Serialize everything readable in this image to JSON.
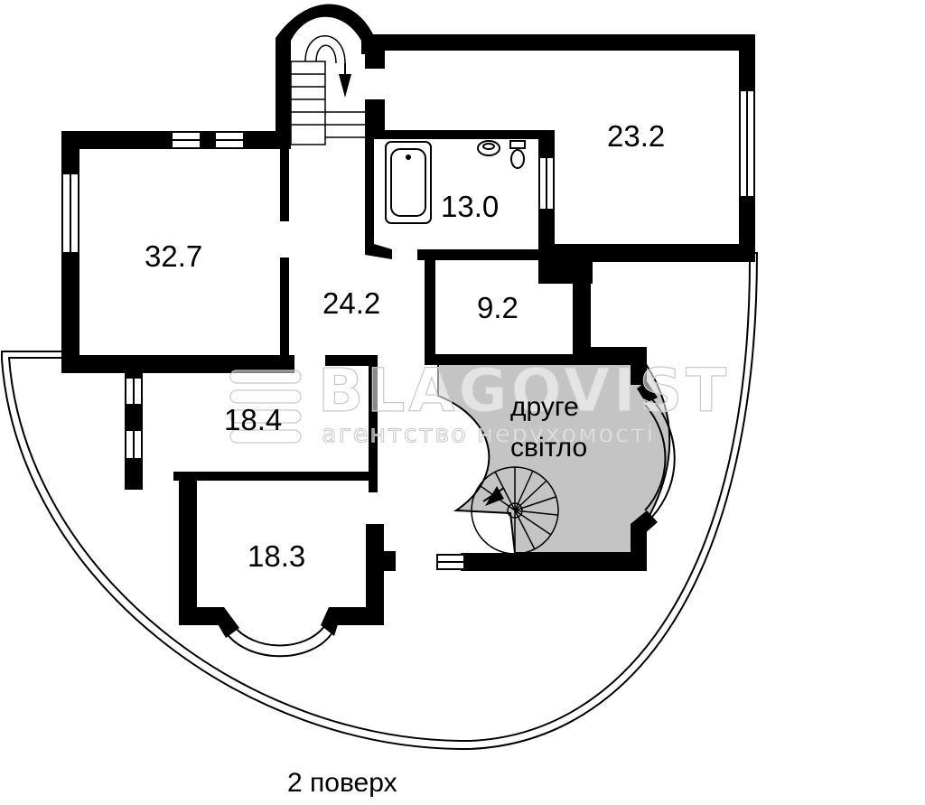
{
  "floor_label": "2 поверх",
  "rooms": [
    {
      "id": "room-top-right",
      "label": "23.2"
    },
    {
      "id": "bathroom",
      "label": "13.0"
    },
    {
      "id": "room-left",
      "label": "32.7"
    },
    {
      "id": "hall",
      "label": "24.2"
    },
    {
      "id": "room-small",
      "label": "9.2"
    },
    {
      "id": "room-middle",
      "label": "18.4"
    },
    {
      "id": "room-bay",
      "label": "18.3"
    }
  ],
  "second_light": {
    "line1": "друге",
    "line2": "світло"
  },
  "watermark": {
    "brand": "BLAGOVIST",
    "tagline": "агентство нерухомості"
  },
  "colors": {
    "wall": "#000000",
    "second_light_fill": "#c4c4c4",
    "background": "#ffffff"
  }
}
